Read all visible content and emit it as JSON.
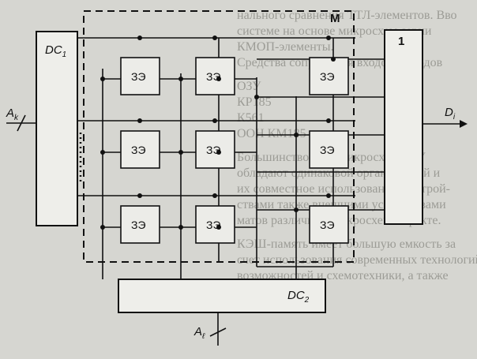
{
  "blocks": {
    "dc1": "DC",
    "dc1_sub": "1",
    "dc2": "DC",
    "dc2_sub": "2",
    "matrix": "M",
    "out_block": "1"
  },
  "cell_label": "ЗЭ",
  "signals": {
    "ak": "A",
    "ak_sub": "k",
    "al": "A",
    "al_sub": "ℓ",
    "di": "D",
    "di_sub": "i"
  },
  "background_text": [
    "нального сравнения ТТЛ-элементов. Вво",
    "системе на основе микросхем серии",
    "КМОП-элементы.",
    "Средства сопряжения входов-выходов",
    "ОЗУ",
    "КР185",
    "К561",
    "ООН КМ185",
    "Большинство этих микросхем ОЗУ",
    "обладают одинаковой организацией и",
    "их совместное использование с устрой-",
    "ствами также внешними устройствами",
    "матов различных микросхем в тракте.",
    "КЭШ-память имеет большую емкость за",
    "счет использования современных технологий",
    "возможностей и схемотехники, а также"
  ]
}
